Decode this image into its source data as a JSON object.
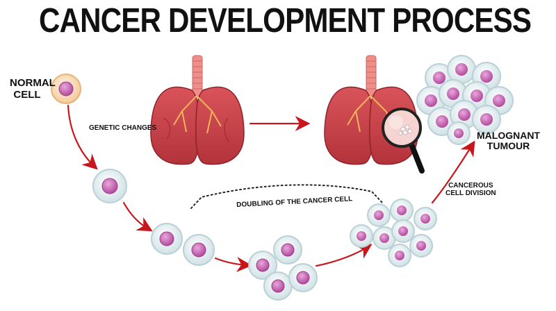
{
  "diagram": {
    "title": "CANCER DEVELOPMENT PROCESS",
    "labels": {
      "normal_cell_line1": "NORMAL",
      "normal_cell_line2": "CELL",
      "genetic_changes": "GENETIC CHANGES",
      "doubling": "DOUBLING OF THE CANCER CELL",
      "cancerous_division_line1": "CANCEROUS",
      "cancerous_division_line2": "CELL DIVISION",
      "tumour_line1": "MALOGNANT",
      "tumour_line2": "TUMOUR"
    },
    "colors": {
      "arrow": "#c8161d",
      "nucleus": "#c75fb0",
      "cell_fill": "#e6f0f2",
      "normal_cell_fill": "#fde6c7",
      "lung": "#c9434a",
      "trachea": "#f08f8a"
    },
    "icons": [
      "lungs-icon",
      "magnifier-icon",
      "cell-icon",
      "tumour-icon"
    ]
  }
}
